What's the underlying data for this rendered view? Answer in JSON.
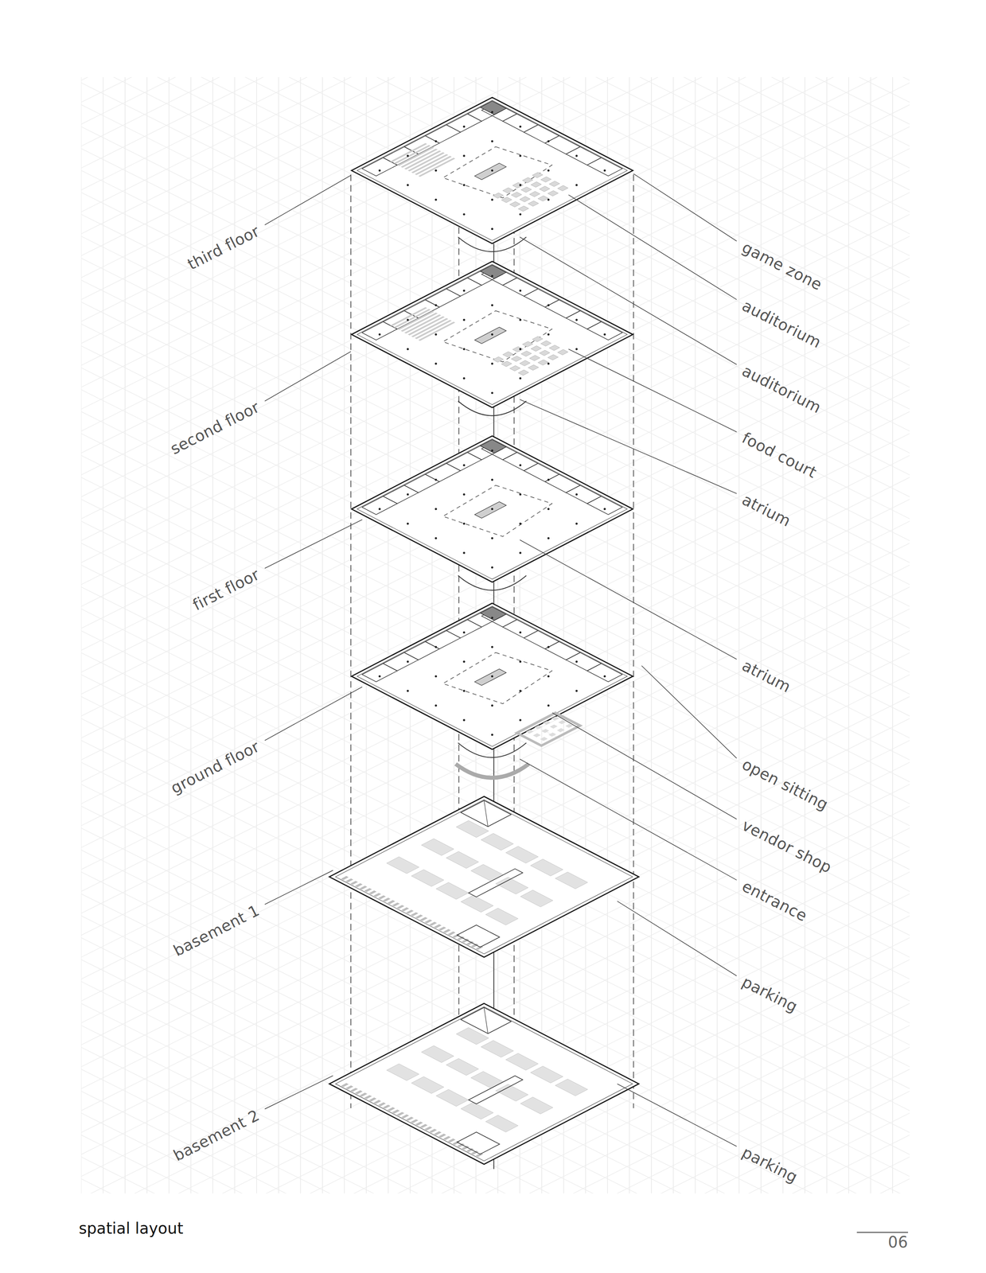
{
  "diagram": {
    "caption": "spatial layout",
    "labels": [
      "third floor",
      "second floor",
      "first floor",
      "ground floor",
      "basement 1",
      "basement 2",
      "game zone",
      "auditorium",
      "auditorium",
      "food court",
      "atrium",
      "atrium",
      "open sitting",
      "vendor shop",
      "entrance",
      "parking",
      "parking",
      "06"
    ]
  }
}
